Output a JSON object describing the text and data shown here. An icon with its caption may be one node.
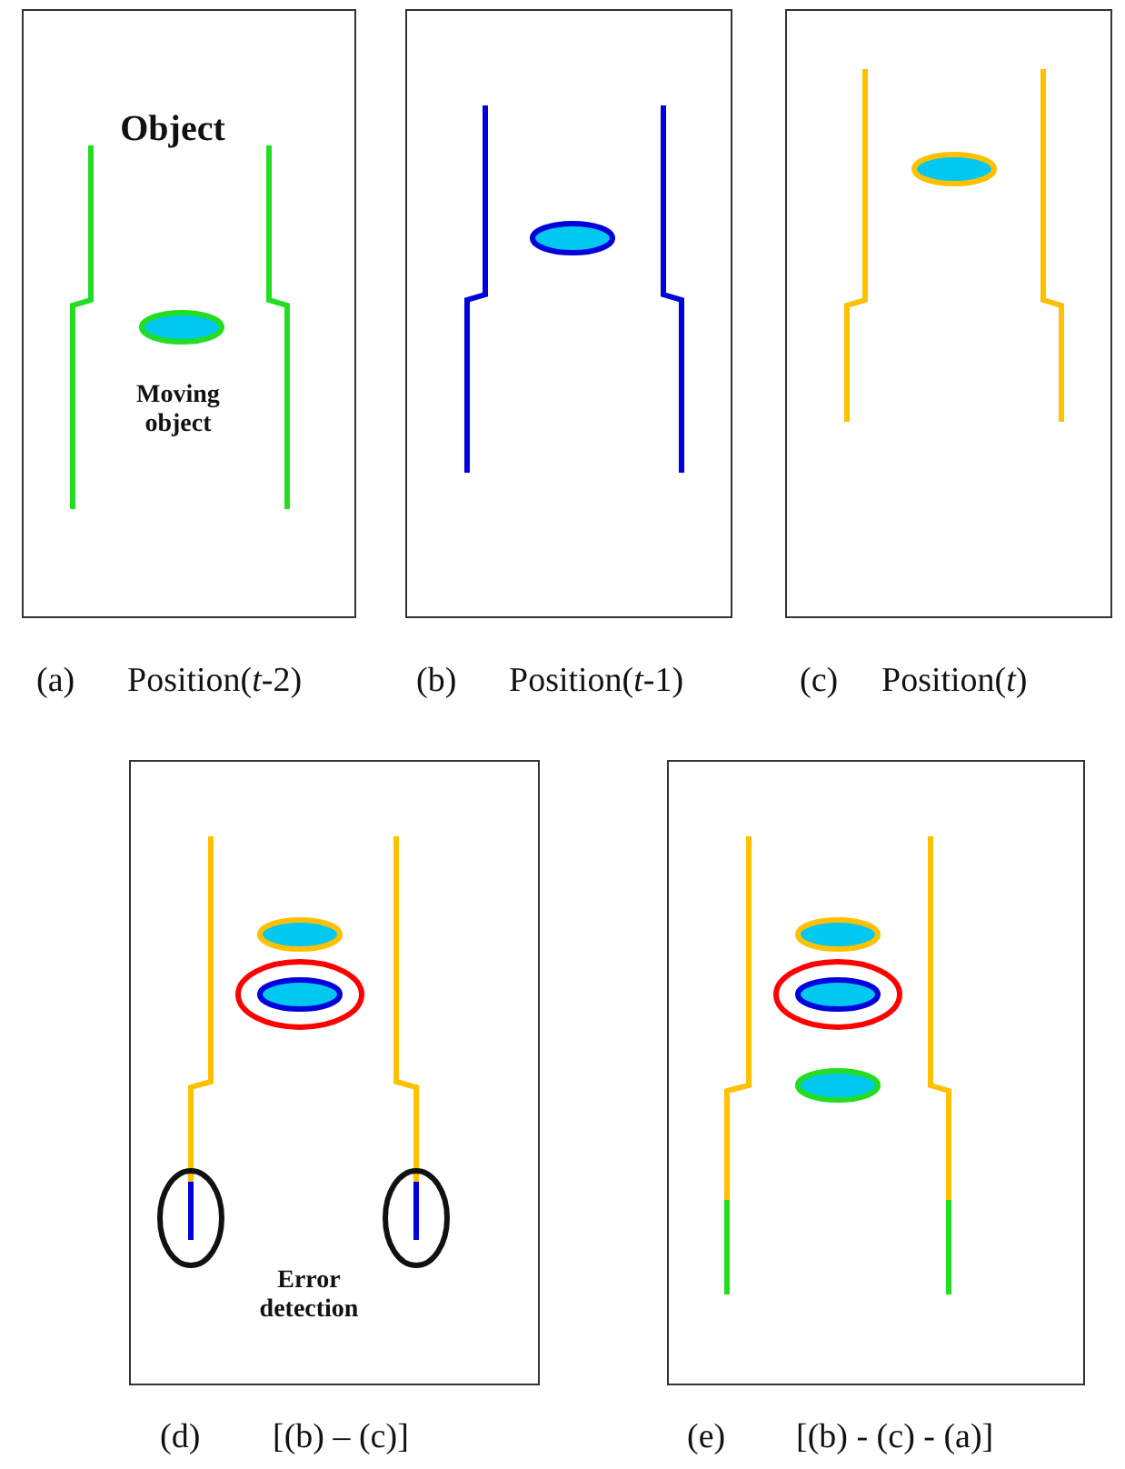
{
  "diagram": {
    "nodes": [
      {
        "text": [
          "Object",
          "Moving object"
        ],
        "beside": [
          "(a)",
          "Position(*t*-2)"
        ]
      },
      {
        "text": [],
        "shape": "box",
        "beside": [
          "(b)",
          "Position(*t*-1)"
        ]
      },
      {
        "text": [],
        "shape": "box",
        "beside": [
          "(c)",
          "Position(*t*)"
        ]
      },
      {
        "text": [
          "Error detection"
        ],
        "beside": [
          "(d)",
          "[(b) – (c)]"
        ]
      },
      {
        "text": [],
        "shape": "box",
        "beside": [
          "(e)",
          "[(b) - (c) - (a)]"
        ]
      }
    ],
    "edges": []
  }
}
